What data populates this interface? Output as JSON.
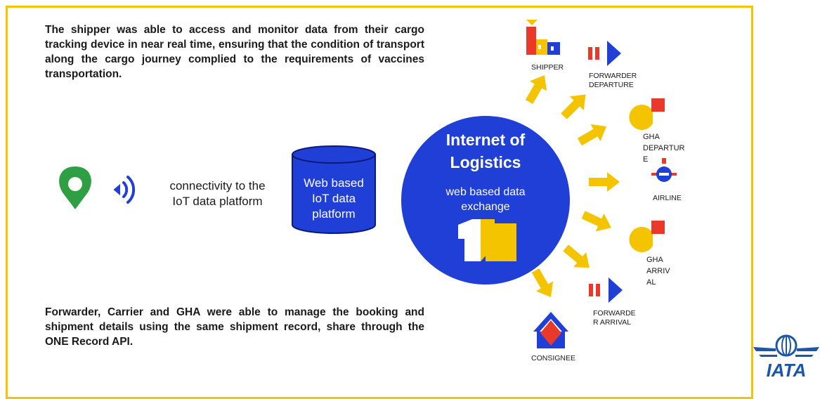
{
  "texts": {
    "top_paragraph": "The shipper was able to access and monitor data from their cargo tracking device in near real time, ensuring that the condition of transport along the cargo journey complied to the requirements of vaccines transportation.",
    "bottom_paragraph": "Forwarder, Carrier and GHA were able to manage the booking and shipment details using the same shipment record, share through the ONE Record API.",
    "connectivity_lines": [
      "connectivity to the",
      "IoT data platform"
    ],
    "database_lines": [
      "Web based",
      "IoT data",
      "platform"
    ],
    "circle_title_lines": [
      "Internet of",
      "Logistics"
    ],
    "circle_subtitle_lines": [
      "web based data",
      "exchange"
    ]
  },
  "nodes": {
    "shipper": [
      "SHIPPER"
    ],
    "forwarder_departure": [
      "FORWARDER",
      "DEPARTURE"
    ],
    "gha_departure": [
      "GHA",
      "DEPARTUR",
      "E"
    ],
    "airline": [
      "AIRLINE"
    ],
    "gha_arrival": [
      "GHA",
      "ARRIV",
      "AL"
    ],
    "forwarder_arrival": [
      "FORWARDE",
      "R ARRIVAL"
    ],
    "consignee": [
      "CONSIGNEE"
    ]
  },
  "logo": {
    "text": "IATA"
  },
  "colors": {
    "frame": "#f5c400",
    "blue": "#1f3fd6",
    "yellow": "#f5c400",
    "red": "#e8392a",
    "green": "#2ea043",
    "iata_blue": "#1b57a6"
  },
  "icons": [
    "map-pin-icon",
    "wireless-signal-icon",
    "database-icon",
    "one-record-logo-icon",
    "shipper-icon",
    "forwarder-icon",
    "gha-icon",
    "airline-icon",
    "consignee-icon",
    "iata-logo"
  ]
}
